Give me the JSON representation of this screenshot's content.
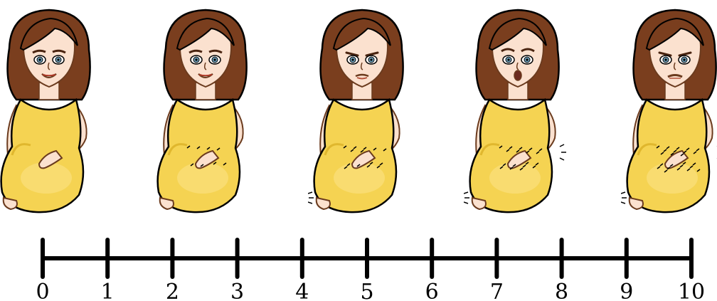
{
  "figures": [
    {
      "level": 0,
      "expression": "smiling"
    },
    {
      "level": 2,
      "expression": "smiling"
    },
    {
      "level": 5,
      "expression": "uneasy"
    },
    {
      "level": 7,
      "expression": "surprised"
    },
    {
      "level": 10,
      "expression": "pained"
    }
  ],
  "scale": {
    "min": 0,
    "max": 10,
    "ticks": [
      "0",
      "1",
      "2",
      "3",
      "4",
      "5",
      "6",
      "7",
      "8",
      "9",
      "10"
    ]
  },
  "colors": {
    "dress": "#f5d352",
    "dress_shadow": "#e0b72e",
    "hair": "#7a3e1e",
    "hair_dark": "#4a2410",
    "skin": "#fbe1cf",
    "skin_line": "#6b3b1e",
    "eyes": "#6a9bb5",
    "line": "#000000"
  }
}
